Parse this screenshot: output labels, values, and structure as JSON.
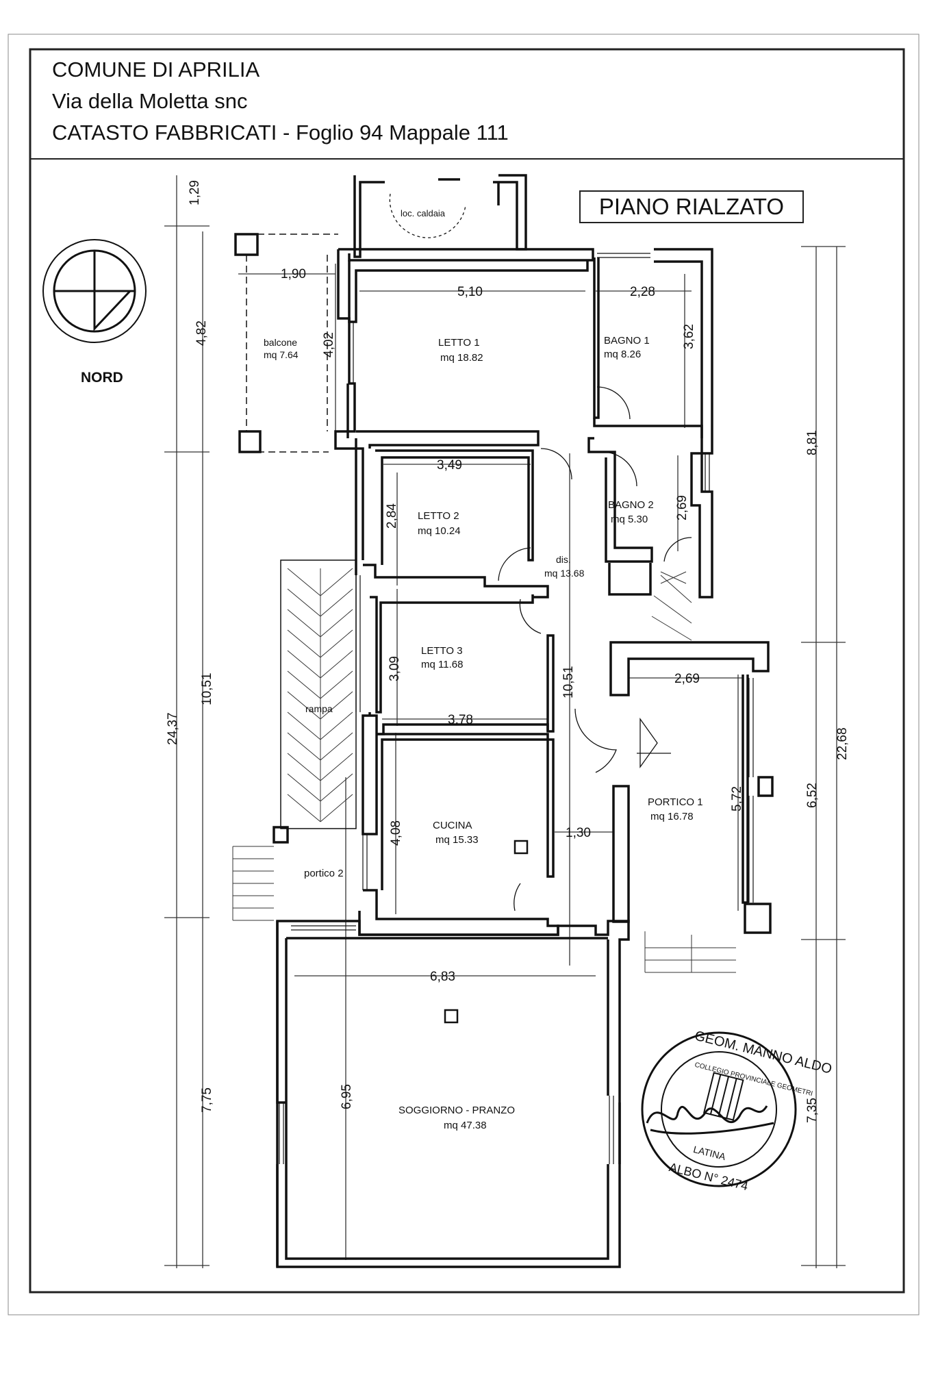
{
  "header": {
    "comune": "COMUNE DI APRILIA",
    "via": "Via della Moletta snc",
    "catasto": "CATASTO FABBRICATI - Foglio 94 Mappale 111"
  },
  "plan_title": "PIANO RIALZATO",
  "compass_label": "NORD",
  "rooms": {
    "caldaia": "loc. caldaia",
    "balcone_name": "balcone",
    "balcone_area": "mq 7.64",
    "letto1_name": "LETTO 1",
    "letto1_area": "mq 18.82",
    "bagno1_name": "BAGNO 1",
    "bagno1_area": "mq 8.26",
    "letto2_name": "LETTO 2",
    "letto2_area": "mq 10.24",
    "bagno2_name": "BAGNO 2",
    "bagno2_area": "mq 5.30",
    "dis_name": "dis.",
    "dis_area": "mq 13.68",
    "letto3_name": "LETTO 3",
    "letto3_area": "mq 11.68",
    "rampa": "rampa",
    "portico1_name": "PORTICO 1",
    "portico1_area": "mq 16.78",
    "cucina_name": "CUCINA",
    "cucina_area": "mq 15.33",
    "portico2": "portico 2",
    "soggiorno_name": "SOGGIORNO - PRANZO",
    "soggiorno_area": "mq 47.38"
  },
  "dims": {
    "d129": "1,29",
    "d482": "4,82",
    "d190": "1,90",
    "d510": "5,10",
    "d228": "2,28",
    "d402": "4,02",
    "d362": "3,62",
    "d881": "8,81",
    "d349": "3,49",
    "d284": "2,84",
    "d269a": "2,69",
    "d2437": "24,37",
    "d1051a": "10,51",
    "d309": "3,09",
    "d1051b": "10,51",
    "d269b": "2,69",
    "d378": "3,78",
    "d572": "5,72",
    "d652": "6,52",
    "d2268": "22,68",
    "d408": "4,08",
    "d130": "1,30",
    "d683": "6,83",
    "d775": "7,75",
    "d695": "6,95",
    "d735": "7,35"
  },
  "stamp": {
    "top": "GEOM. MANNO ALDO",
    "ring": "COLLEGIO PROVINCIALE GEOMETRI",
    "city": "LATINA",
    "albo": "ALBO N° 2474"
  }
}
